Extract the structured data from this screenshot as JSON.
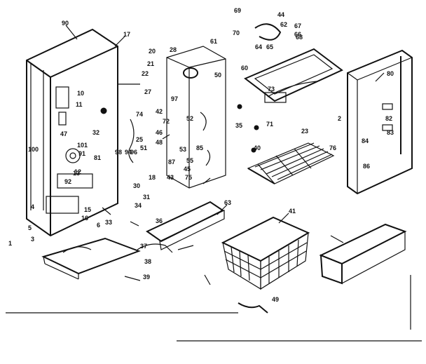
{
  "header_text": "",
  "colors": {
    "ink": "#111111",
    "paper": "#ffffff"
  },
  "callouts": [
    "1",
    "2",
    "3",
    "4",
    "5",
    "6",
    "10",
    "11",
    "12",
    "13",
    "15",
    "16",
    "17",
    "18",
    "20",
    "21",
    "22",
    "23",
    "25",
    "27",
    "28",
    "30",
    "31",
    "32",
    "33",
    "34",
    "35",
    "36",
    "37",
    "38",
    "39",
    "40",
    "41",
    "42",
    "43",
    "44",
    "45",
    "46",
    "47",
    "48",
    "49",
    "50",
    "51",
    "52",
    "53",
    "55",
    "60",
    "61",
    "62",
    "63",
    "64",
    "65",
    "66",
    "67",
    "68",
    "69",
    "70",
    "71",
    "72",
    "73",
    "74",
    "75",
    "76",
    "80",
    "81",
    "82",
    "83",
    "84",
    "85",
    "86",
    "87",
    "90",
    "91",
    "92",
    "94",
    "96",
    "97",
    "98",
    "100",
    "101"
  ]
}
